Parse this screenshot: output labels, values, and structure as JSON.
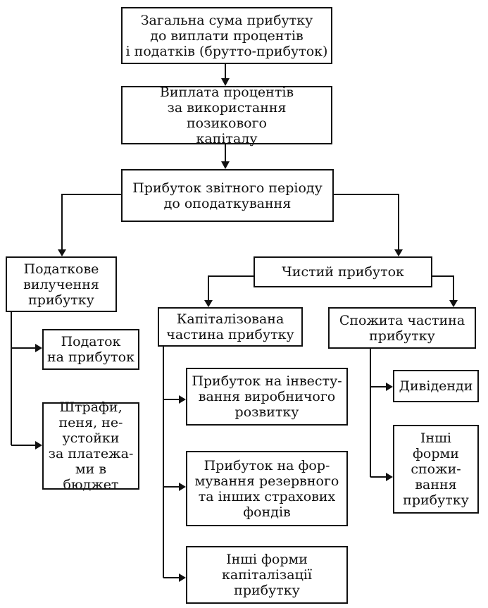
{
  "nodes": {
    "gross_profit": "Загальна сума прибутку\nдо виплати процентів\nі податків (брутто-прибуток)",
    "interest": "Виплата процентів\nза використання позикового\nкапіталу",
    "period_profit": "Прибуток звітного періоду\nдо оподаткування",
    "tax_withdrawal": "Податкове\nвилучення\nприбутку",
    "net_profit": "Чистий прибуток",
    "capitalized": "Капіталізована\nчастина прибутку",
    "consumed": "Спожита частина\nприбутку",
    "income_tax": "Податок\nна прибуток",
    "fines": "Штрафи,\nпеня, не-\nустойки\nза платежа-\nми в бюджет",
    "investment": "Прибуток на інвесту-\nвання виробничого\nрозвитку",
    "reserve": "Прибуток на фор-\nмування резервного\nта інших  страхових\nфондів",
    "other_cap": "Інші форми\nкапіталізації\nприбутку",
    "dividends": "Дивіденди",
    "other_consumption": "Інші\nформи\nспожи-\nвання\nприбутку"
  }
}
